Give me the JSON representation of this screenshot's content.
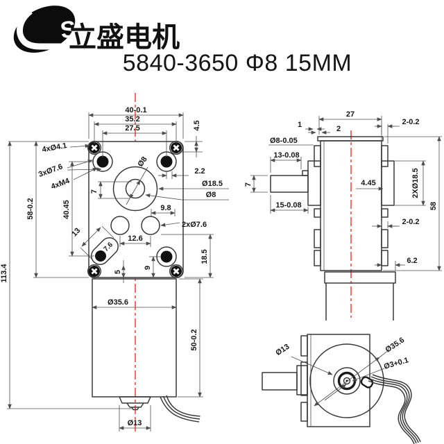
{
  "header": {
    "logo_letter": "S",
    "brand": "立盛电机",
    "model": "5840-3650 Φ8 15MM"
  },
  "colors": {
    "line": "#383838",
    "dim": "#4d4d4d",
    "text": "#161616",
    "centerline": "#f5544a",
    "background": "#ffffff"
  },
  "front": {
    "overall_width": "40-0.1",
    "mount_pitch": "35.2",
    "hole_pitch": "27.5",
    "top_offset": "4.5",
    "corner_holes": "4xØ4.1",
    "counterbore_holes": "3xØ7.6",
    "thread_holes": "4xM4",
    "shaft_bore_diag": "Ø8",
    "edge_offset": "2.2",
    "boss_dia": "Ø18.5",
    "shaft_dia": "Ø8",
    "bore_offset": "7",
    "gearbox_height": "58-0.2",
    "hole_pitch_v": "40.45",
    "overall_height": "113.4",
    "slot_length": "13",
    "slot_width": "7.6",
    "mid_hole_pitch": "12.6",
    "mid_hole_offset": "9.8",
    "mid_holes": "2xØ7.6",
    "lower_span": "18.5",
    "lower_hole_offset": "9",
    "slot_offset": "5",
    "motor_dia": "Ø35.6",
    "motor_length": "50-0.2",
    "rear_hub_dia": "Ø13"
  },
  "side": {
    "width": "27",
    "step_one": "1",
    "step_two": "2",
    "rib_top": "2-0.2",
    "shaft_dia": "Ø8-0.05",
    "flat_length": "13-0.08",
    "shaft_length": "15-0.08",
    "shaft_height": "7",
    "center_offset": "4.45",
    "boss_dia": "2XØ18.5",
    "height": "58",
    "rib_mid": "2-0.2",
    "rib_bottom": "6.2"
  },
  "bottom": {
    "hub_dia": "Ø13",
    "motor_dia": "Ø35.6",
    "tip_dia": "Ø3+0.1"
  }
}
